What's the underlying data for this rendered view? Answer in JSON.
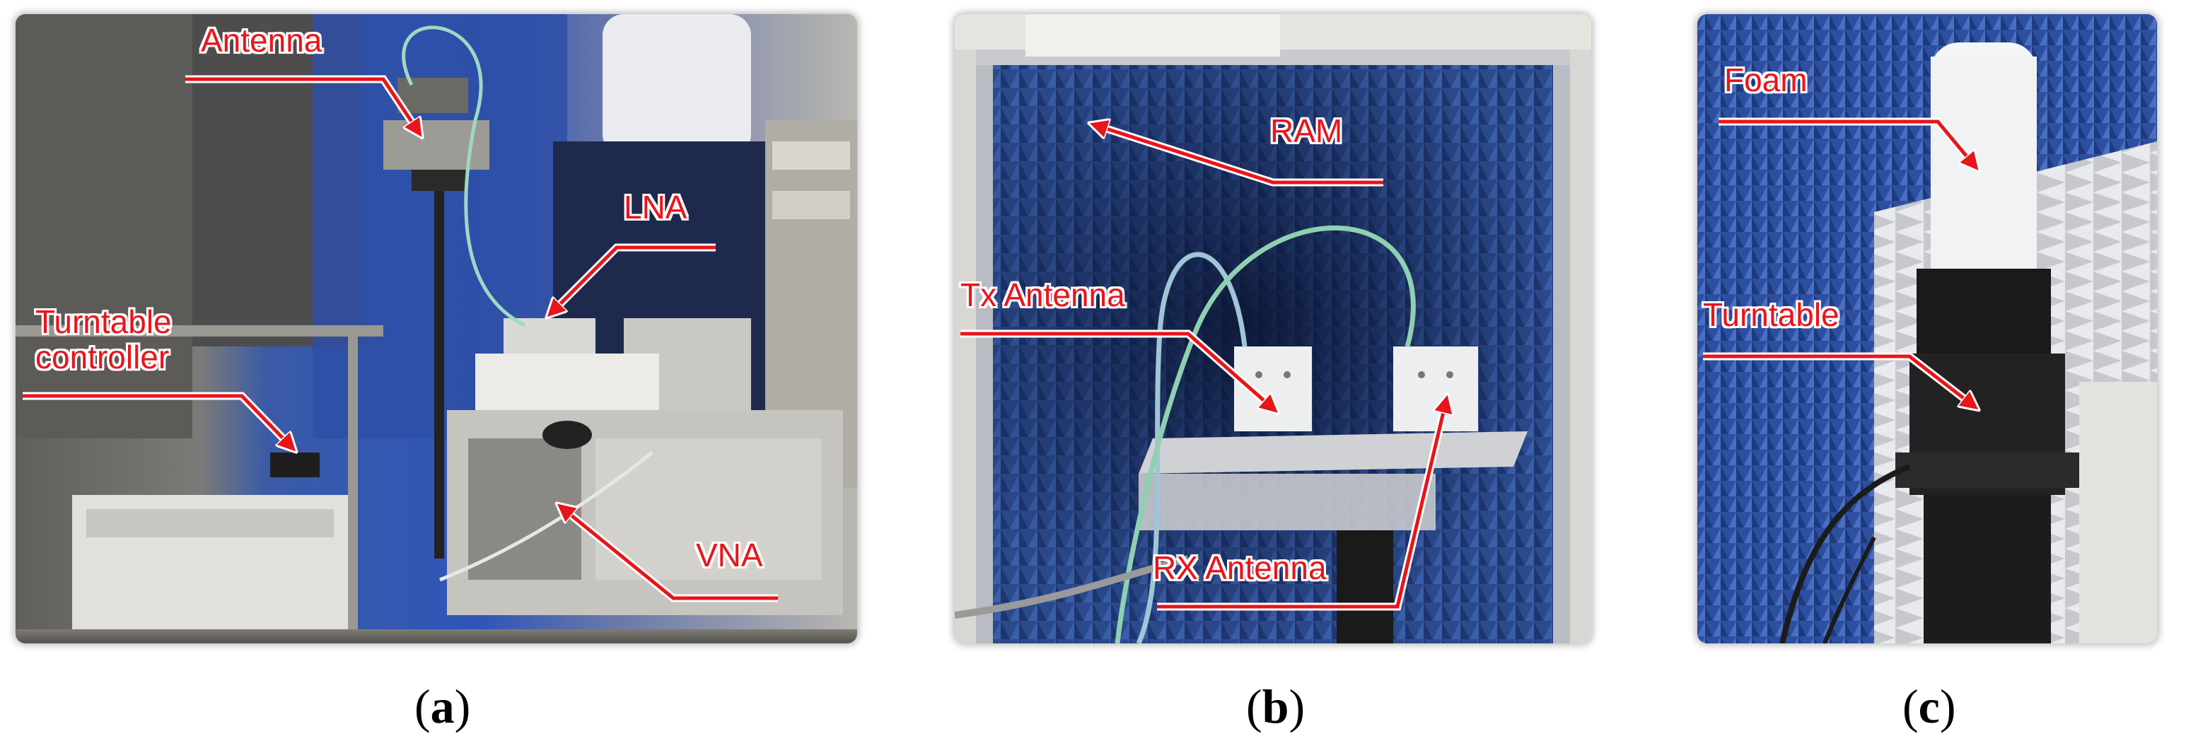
{
  "panels": {
    "a": {
      "caption": "a",
      "labels": {
        "antenna": "Antenna",
        "lna": "LNA",
        "turntable_line1": "Turntable",
        "turntable_line2": "controller",
        "vna": "VNA"
      }
    },
    "b": {
      "caption": "b",
      "labels": {
        "ram": "RAM",
        "tx_antenna": "Tx Antenna",
        "rx_antenna": "RX Antenna"
      }
    },
    "c": {
      "caption": "c",
      "labels": {
        "foam": "Foam",
        "turntable": "Turntable"
      }
    }
  },
  "colors": {
    "annotation": "#e8151b",
    "annotation_outline": "#ffffff",
    "absorber_blue": "#2b4a8c"
  },
  "icons": {
    "arrow": "red-arrow-with-white-outline"
  }
}
